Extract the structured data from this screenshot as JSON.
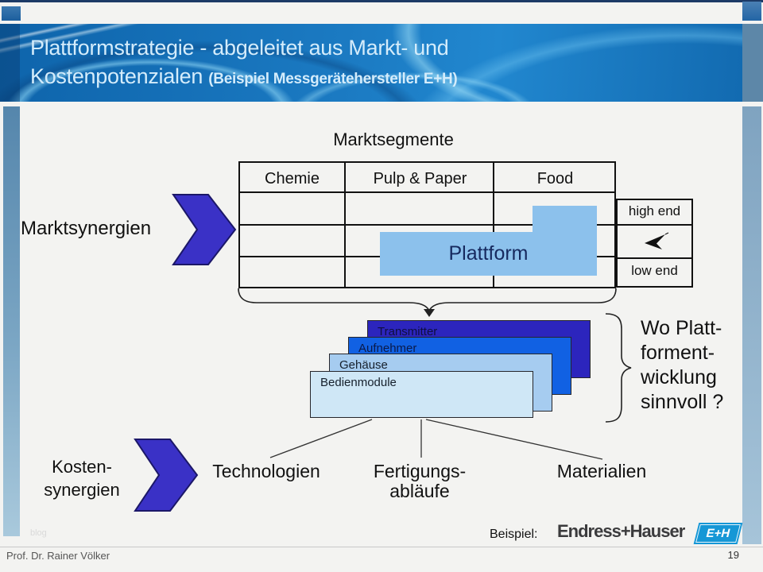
{
  "header": {
    "title_line1": "Plattformstrategie - abgeleitet aus Markt- und",
    "title_line2": "Kostenpotenzialen",
    "subtitle": "(Beispiel Messgerätehersteller E+H)"
  },
  "market": {
    "caption": "Marktsegmente",
    "columns": [
      "Chemie",
      "Pulp & Paper",
      "Food"
    ],
    "high_label": "high end",
    "low_label": "low end",
    "platform_label": "Plattform",
    "synergy_label": "Marktsynergien"
  },
  "stack": {
    "items": [
      {
        "label": "Transmitter",
        "color": "#2c25bd"
      },
      {
        "label": "Aufnehmer",
        "color": "#1161e3"
      },
      {
        "label": "Gehäuse",
        "color": "#a6ccf0"
      },
      {
        "label": "Bedienmodule",
        "color": "#cfe7f6"
      }
    ]
  },
  "question": {
    "line1": "Wo Platt-",
    "line2": "forment-",
    "line3": "wicklung",
    "line4": "sinnvoll ?"
  },
  "cost": {
    "label_line1": "Kosten-",
    "label_line2": "synergien",
    "target1": "Technologien",
    "target2_line1": "Fertigungs-",
    "target2_line2": "abläufe",
    "target3": "Materialien"
  },
  "footer": {
    "example_label": "Beispiel:",
    "brand": "Endress+Hauser",
    "logo_text": "E+H",
    "author": "Prof. Dr. Rainer Völker",
    "page_number": "19",
    "watermark": "blog"
  },
  "colors": {
    "header_blue": "#1b7ac2",
    "platform_blue": "#8cc1ec",
    "chevron_blue": "#3a31c6",
    "logo_blue": "#1697d6"
  }
}
